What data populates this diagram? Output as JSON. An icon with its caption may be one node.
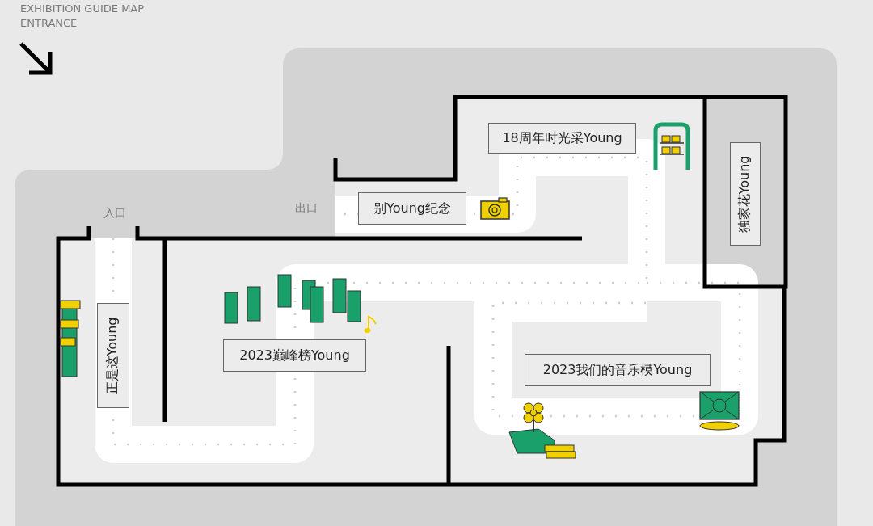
{
  "diagram": {
    "nodes": [
      {
        "text": [
          "18周年时光采Young"
        ]
      },
      {
        "text": [
          "独家花Young"
        ]
      },
      {
        "text": [
          "别Young纪念"
        ]
      },
      {
        "text": [
          "正是这Young"
        ]
      },
      {
        "text": [
          "2023巅峰榜Young"
        ]
      },
      {
        "text": [
          "2023我们的音乐模Young"
        ]
      }
    ],
    "labels": [
      "EXHIBITION GUIDE MAP",
      "ENTRANCE",
      "入口",
      "出口"
    ]
  }
}
